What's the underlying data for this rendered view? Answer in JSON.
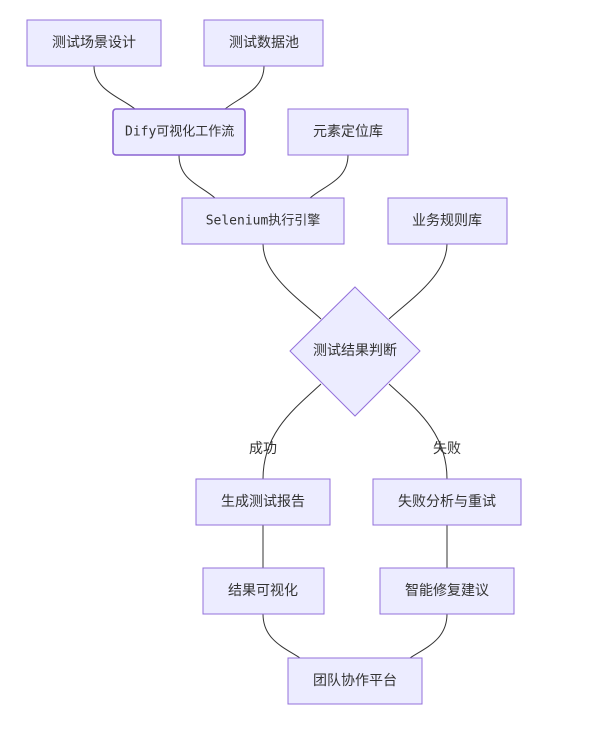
{
  "nodes": {
    "scenario_design": "测试场景设计",
    "test_data_pool": "测试数据池",
    "dify_workflow": "Dify可视化工作流",
    "element_locator": "元素定位库",
    "selenium_engine": "Selenium执行引擎",
    "business_rules": "业务规则库",
    "result_decision": "测试结果判断",
    "generate_report": "生成测试报告",
    "failure_analysis": "失败分析与重试",
    "result_visualization": "结果可视化",
    "smart_fix": "智能修复建议",
    "team_platform": "团队协作平台"
  },
  "edge_labels": {
    "success": "成功",
    "failure": "失败"
  },
  "colors": {
    "node_fill": "#ECECFF",
    "node_stroke": "#9370DB",
    "edge": "#333333",
    "text": "#333333"
  }
}
